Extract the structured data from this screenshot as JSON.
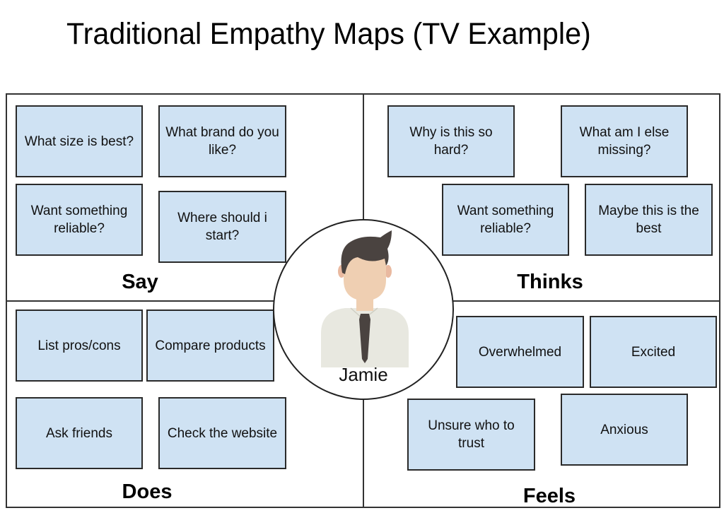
{
  "title": "Traditional Empathy Maps (TV Example)",
  "persona": {
    "name": "Jamie",
    "icon": "person-avatar-icon"
  },
  "colors": {
    "note_fill": "#cfe2f3",
    "note_border": "#2a2a2a",
    "hair": "#4a4340",
    "skin": "#efcfb2",
    "shirt": "#e8e8e0",
    "tie": "#4a4340"
  },
  "quadrants": {
    "say": {
      "label": "Say",
      "notes": [
        "What size is best?",
        "What brand do you like?",
        "Want something reliable?",
        "Where should i start?"
      ]
    },
    "thinks": {
      "label": "Thinks",
      "notes": [
        "Why is this so hard?",
        "What am I else missing?",
        "Want something reliable?",
        "Maybe this is the best"
      ]
    },
    "does": {
      "label": "Does",
      "notes": [
        "List pros/cons",
        "Compare products",
        "Ask friends",
        "Check the website"
      ]
    },
    "feels": {
      "label": "Feels",
      "notes": [
        "Overwhelmed",
        "Excited",
        "Unsure who to trust",
        "Anxious"
      ]
    }
  }
}
